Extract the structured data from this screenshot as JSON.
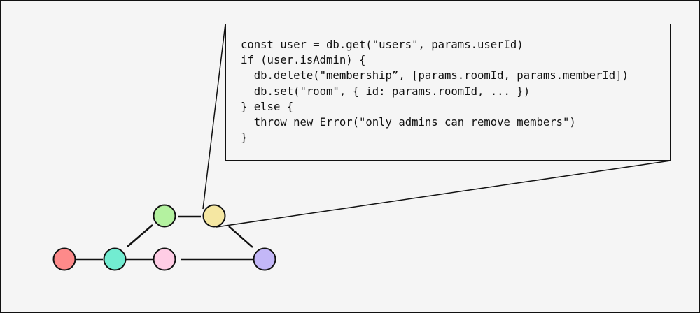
{
  "code_box": {
    "lines": [
      "const user = db.get(\"users\", params.userId)",
      "if (user.isAdmin) {",
      "  db.delete(\"membership”, [params.roomId, params.memberId])",
      "  db.set(\"room\", { id: params.roomId, ... })",
      "} else {",
      "  throw new Error(\"only admins can remove members\")",
      "}"
    ]
  },
  "graph": {
    "nodes": [
      {
        "id": "red",
        "color": "#fd8a8a"
      },
      {
        "id": "teal",
        "color": "#72ecd1"
      },
      {
        "id": "pink",
        "color": "#ffcde5"
      },
      {
        "id": "green",
        "color": "#b4f2a0"
      },
      {
        "id": "yellow",
        "color": "#f5e7a2"
      },
      {
        "id": "purple",
        "color": "#c3b7f7"
      }
    ],
    "edges": [
      [
        "red",
        "teal"
      ],
      [
        "teal",
        "pink"
      ],
      [
        "teal",
        "green"
      ],
      [
        "green",
        "yellow"
      ],
      [
        "pink",
        "purple"
      ],
      [
        "yellow",
        "purple"
      ]
    ],
    "callout_from": "yellow"
  }
}
